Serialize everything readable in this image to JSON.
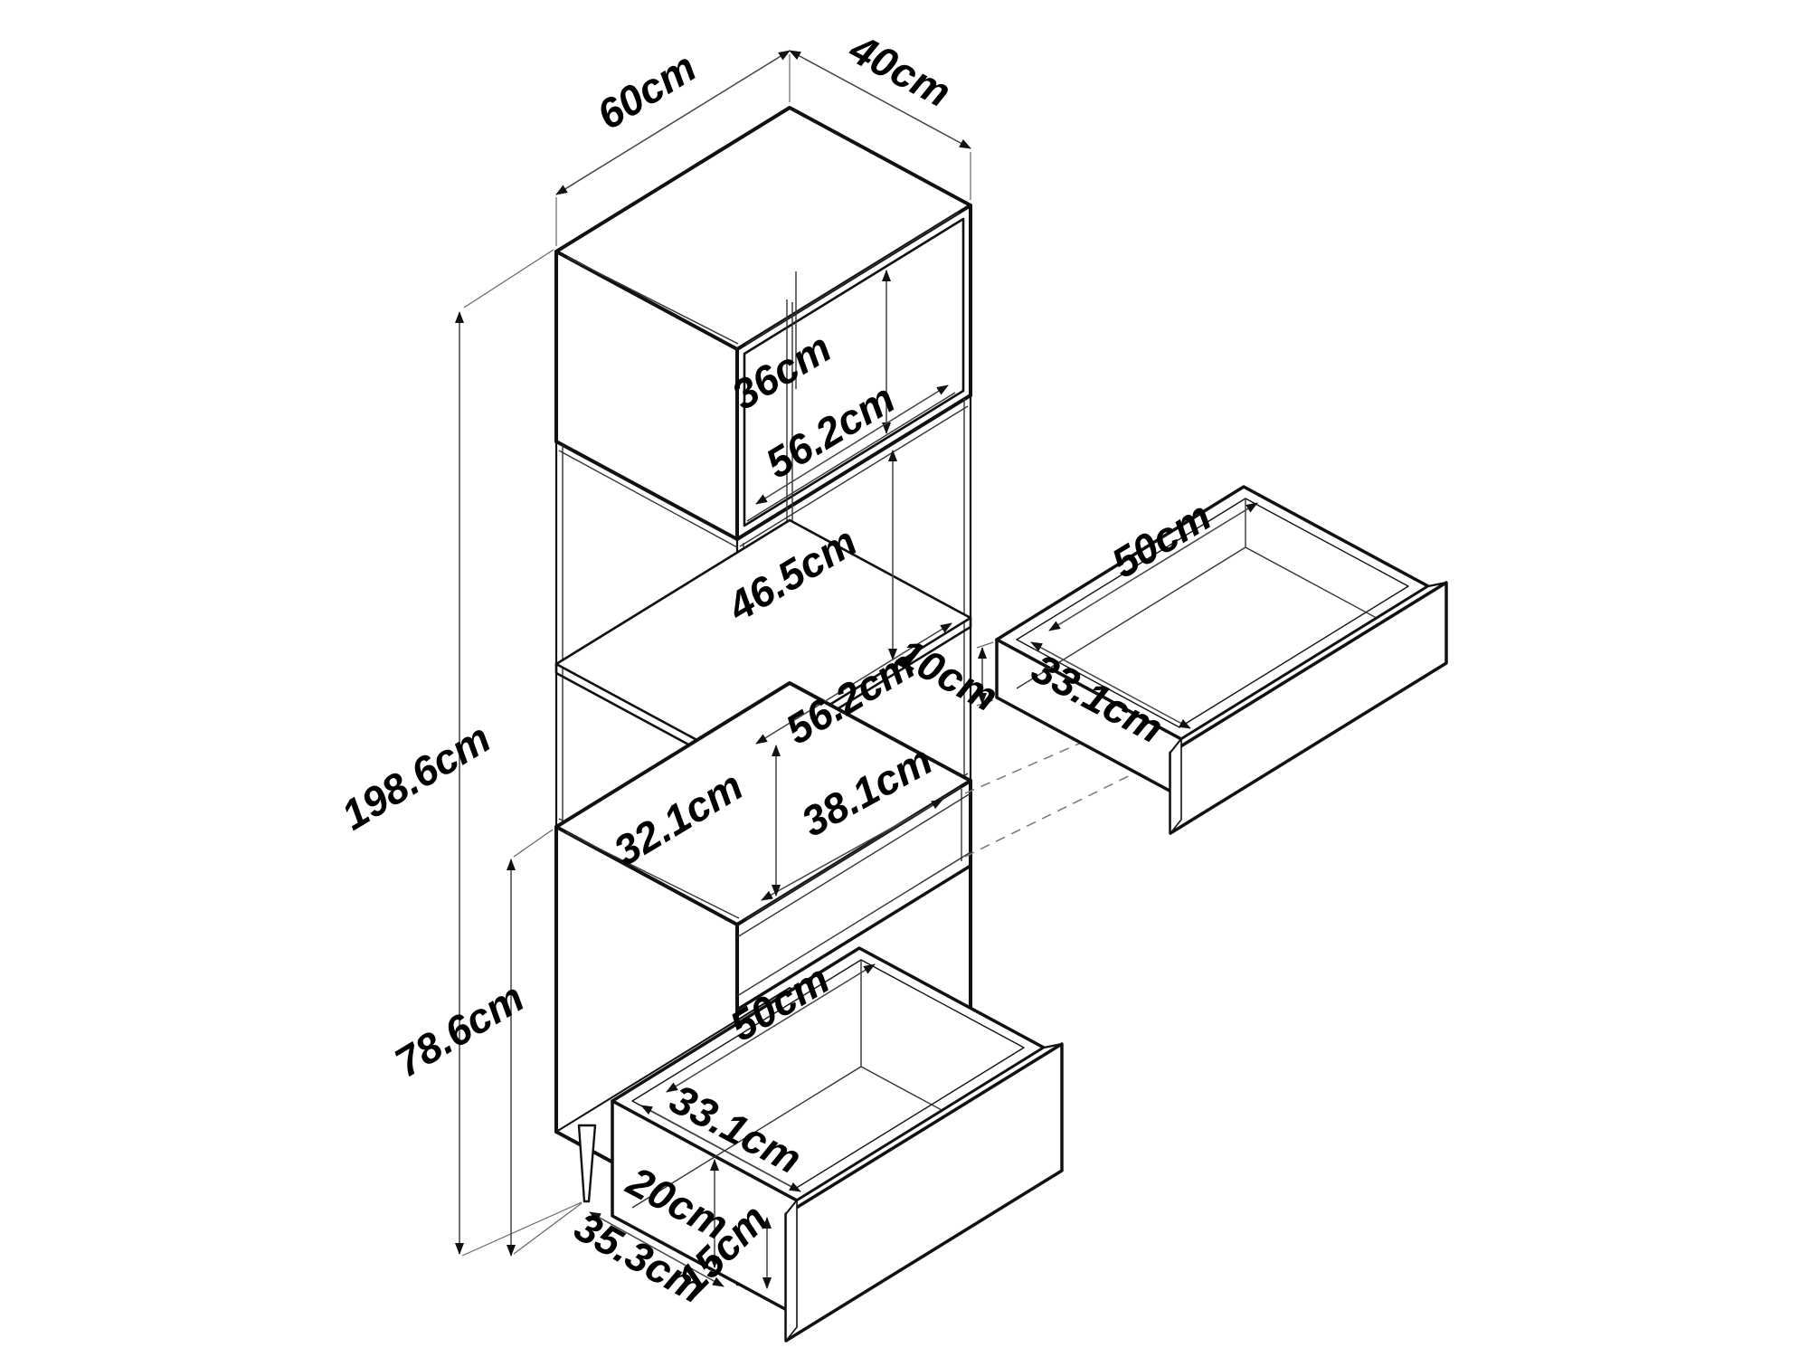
{
  "diagram": {
    "kind": "isometric furniture dimension drawing",
    "unit": "cm",
    "overall": {
      "width_label": "60cm",
      "depth_label": "40cm",
      "height_label": "198.6cm",
      "lower_section_height_label": "78.6cm"
    },
    "cabinet": {
      "top_compartment": {
        "height": "36cm",
        "width": "56.2cm"
      },
      "middle_compartment": {
        "height": "46.5cm",
        "shelf_width": "56.2cm"
      },
      "lower_compartment": {
        "height": "32.1cm",
        "depth": "38.1cm"
      },
      "base": {
        "leg_height": "15cm",
        "leg_spacing_depth": "35.3cm"
      }
    },
    "upper_drawer": {
      "width": "50cm",
      "depth": "33.1cm",
      "height": "10cm"
    },
    "lower_drawer": {
      "width": "50cm",
      "depth": "33.1cm",
      "height": "20cm"
    }
  }
}
